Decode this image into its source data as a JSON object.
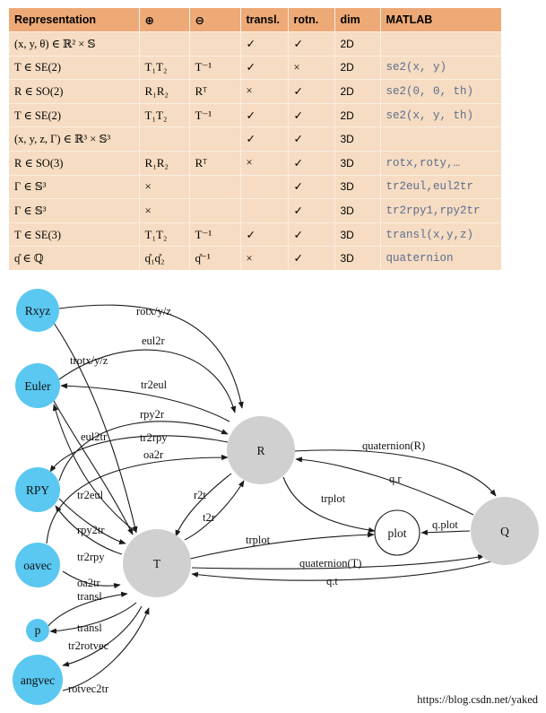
{
  "table": {
    "headers": [
      "Representation",
      "⊕",
      "⊖",
      "transl.",
      "rotn.",
      "dim",
      "MATLAB"
    ],
    "rows": [
      [
        "(x, y, θ) ∈ ℝ² × 𝕊",
        "",
        "",
        "✓",
        "✓",
        "2D",
        ""
      ],
      [
        "T ∈ SE(2)",
        "T₁T₂",
        "T⁻¹",
        "✓",
        "×",
        "2D",
        "se2(x, y)"
      ],
      [
        "R ∈ SO(2)",
        "R₁R₂",
        "Rᵀ",
        "×",
        "✓",
        "2D",
        "se2(0, 0, th)"
      ],
      [
        "T ∈ SE(2)",
        "T₁T₂",
        "T⁻¹",
        "✓",
        "✓",
        "2D",
        "se2(x, y, th)"
      ],
      [
        "(x, y, z, Γ) ∈ ℝ³ × 𝕊³",
        "",
        "",
        "✓",
        "✓",
        "3D",
        ""
      ],
      [
        "R ∈ SO(3)",
        "R₁R₂",
        "Rᵀ",
        "×",
        "✓",
        "3D",
        "rotx,roty,…"
      ],
      [
        "Γ ∈ 𝕊³",
        "×",
        "",
        "",
        "✓",
        "3D",
        "tr2eul,eul2tr"
      ],
      [
        "Γ ∈ 𝕊³",
        "×",
        "",
        "",
        "✓",
        "3D",
        "tr2rpy1,rpy2tr"
      ],
      [
        "T ∈ SE(3)",
        "T₁T₂",
        "T⁻¹",
        "✓",
        "✓",
        "3D",
        "transl(x,y,z)"
      ],
      [
        "q̊ ∈ ℚ",
        "q̊₁q̊₂",
        "q̊⁻¹",
        "×",
        "✓",
        "3D",
        "quaternion"
      ]
    ]
  },
  "diagram": {
    "colors": {
      "leaf_node": "#5ac8f0",
      "hub_node": "#d0d0d0",
      "edge": "#1a1a1a"
    },
    "nodes": {
      "rxyz": "Rxyz",
      "euler": "Euler",
      "rpy": "RPY",
      "oavec": "oavec",
      "p": "p",
      "angvec": "angvec",
      "T": "T",
      "R": "R",
      "plot": "plot",
      "Q": "Q"
    },
    "edges": {
      "rotxyz": "rotx/y/z",
      "trotxyz": "trotx/y/z",
      "eul2r": "eul2r",
      "tr2eul_R": "tr2eul",
      "rpy2r": "rpy2r",
      "eul2tr": "eul2tr",
      "tr2rpy_R": "tr2rpy",
      "oa2r": "oa2r",
      "tr2eul_T": "tr2eul",
      "rpy2tr": "rpy2tr",
      "tr2rpy_T": "tr2rpy",
      "oa2tr": "oa2tr",
      "transl_1": "transl",
      "transl_2": "transl",
      "tr2rotvec": "tr2rotvec",
      "rotvec2tr": "rotvec2tr",
      "r2t": "r2t",
      "t2r": "t2r",
      "trplot_R": "trplot",
      "trplot_T": "trplot",
      "quaternion_R": "quaternion(R)",
      "qr": "q.r",
      "qplot": "q.plot",
      "quaternion_T": "quaternion(T)",
      "qt": "q.t"
    }
  },
  "watermark": "https://blog.csdn.net/yaked"
}
